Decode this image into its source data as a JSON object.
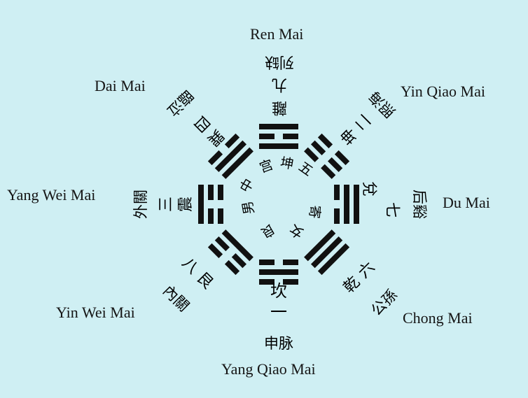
{
  "channels": {
    "ren_mai": "Ren Mai",
    "yin_qiao_mai": "Yin Qiao Mai",
    "du_mai": "Du Mai",
    "chong_mai": "Chong Mai",
    "yang_qiao_mai": "Yang Qiao Mai",
    "yin_wei_mai": "Yin Wei Mai",
    "yang_wei_mai": "Yang Wei Mai",
    "dai_mai": "Dai Mai"
  },
  "chinese": {
    "li_name": "離",
    "li_num": "九",
    "li_point": "列缺",
    "kun_name": "坤",
    "kun_num": "二",
    "kun_point": "照海",
    "dui_name": "兌",
    "dui_num": "七",
    "dui_point": "后谿",
    "qian_name": "乾",
    "qian_num": "六",
    "qian_point": "公孫",
    "kan_name": "坎",
    "kan_num": "一",
    "kan_point": "申脉",
    "gen_name": "艮",
    "gen_num": "八",
    "gen_point": "內關",
    "zhen_name": "震",
    "zhen_num": "三",
    "zhen_point": "外關",
    "xun_name": "巽",
    "xun_num": "四",
    "xun_point": "臨泣",
    "center_1": "中",
    "center_2": "宫",
    "center_3": "五",
    "center_4": "寄",
    "center_5": "坤",
    "center_6": "良",
    "center_7": "男",
    "center_8": "女"
  },
  "trigrams": {
    "S": [
      1,
      0,
      1
    ],
    "SW": [
      0,
      0,
      0
    ],
    "W": [
      0,
      1,
      1
    ],
    "NW": [
      1,
      1,
      1
    ],
    "N": [
      0,
      1,
      0
    ],
    "NE": [
      1,
      0,
      0
    ],
    "E": [
      0,
      0,
      1
    ],
    "SE": [
      1,
      1,
      0
    ]
  }
}
